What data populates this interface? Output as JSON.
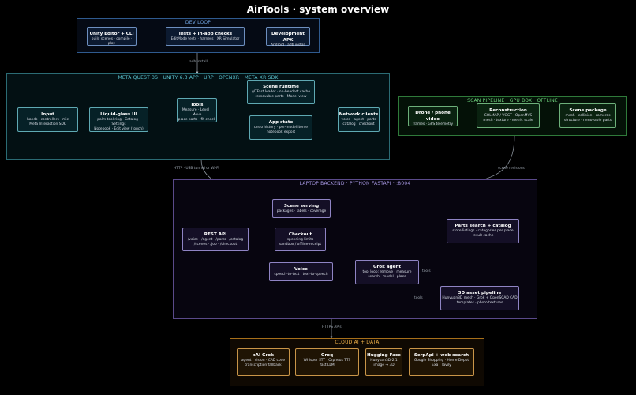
{
  "title": "AirTools · system overview",
  "groups": {
    "dev": "DEV LOOP",
    "quest": "META QUEST 3S · UNITY 6.3 APP · URP · OPENXR · META XR SDK",
    "scan": "SCAN PIPELINE · GPU BOX · OFFLINE",
    "backend": "LAPTOP BACKEND · PYTHON FASTAPI · :8004",
    "cloud": "CLOUD AI + DATA"
  },
  "nodes": {
    "unity_editor": {
      "title": "Unity Editor + CLI",
      "lines": [
        "build scenes · compile · play"
      ]
    },
    "tests": {
      "title": "Tests + in-app checks",
      "lines": [
        "EditMode tests · harness · XR Simulator"
      ]
    },
    "apk": {
      "title": "Development APK",
      "lines": [
        "Android · adb install"
      ]
    },
    "input": {
      "title": "Input",
      "lines": [
        "hands · controllers · mic",
        "Meta Interaction SDK"
      ]
    },
    "glass_ui": {
      "title": "Liquid-glass UI",
      "lines": [
        "palm tool ring · Catalog · Settings",
        "Notebook · Edit view (touch)"
      ]
    },
    "tools": {
      "title": "Tools",
      "lines": [
        "Measure · Level · Move",
        "place parts · fit check"
      ]
    },
    "scene_runtime": {
      "title": "Scene runtime",
      "lines": [
        "glTFast loader · on-headset cache",
        "removable parts · Model view"
      ]
    },
    "app_state": {
      "title": "App state",
      "lines": [
        "undo history · per-model iteme",
        "notebook export"
      ]
    },
    "network": {
      "title": "Network clients",
      "lines": [
        "voice · agent · parts",
        "catalog · checkout"
      ]
    },
    "drone": {
      "title": "Drone / phone video",
      "lines": [
        "frames · GPS telemetry"
      ]
    },
    "recon": {
      "title": "Reconstruction",
      "lines": [
        "COLMAP / VGGT · OpenMVS",
        "mesh · texture · metric scale"
      ]
    },
    "scene_pkg": {
      "title": "Scene package",
      "lines": [
        "mesh · collision · cameras",
        "structure · removable parts"
      ]
    },
    "scene_serving": {
      "title": "Scene serving",
      "lines": [
        "packages · labels · coverage"
      ]
    },
    "rest": {
      "title": "REST API",
      "lines": [
        "/voice · /agent · /parts · /catalog",
        "/scenes · /job · /checkout"
      ]
    },
    "checkout": {
      "title": "Checkout",
      "lines": [
        "spending limits",
        "sandbox / offline-receipt"
      ]
    },
    "parts": {
      "title": "Parts search + catalog",
      "lines": [
        "store listings · categories per place",
        "result cache"
      ]
    },
    "voice": {
      "title": "Voice",
      "lines": [
        "speech-to-text · text-to-speech"
      ]
    },
    "grok_agent": {
      "title": "Grok agent",
      "lines": [
        "tool loop: remove · measure",
        "search · model · place"
      ]
    },
    "asset": {
      "title": "3D asset pipeline",
      "lines": [
        "Hunyuan3D mesh · Grok + OpenSCAD CAD",
        "templates · photo textures"
      ]
    },
    "xai": {
      "title": "xAI Grok",
      "lines": [
        "agent · vision · CAD code",
        "transcription fallback"
      ]
    },
    "groq": {
      "title": "Groq",
      "lines": [
        "Whisper STT · Orpheus TTS",
        "fast LLM"
      ]
    },
    "hf": {
      "title": "Hugging Face",
      "lines": [
        "Hunyuan3D-2.1",
        "image → 3D"
      ]
    },
    "serp": {
      "title": "SerpApi + web search",
      "lines": [
        "Google Shopping · Home Depot",
        "Exa · Tavily"
      ]
    }
  },
  "edge_labels": {
    "adb": "adb install",
    "http": "HTTP · USB tunnel or Wi-Fi",
    "scene_revisions": "scene revisions",
    "https": "HTTPS APIs",
    "tools1": "tools",
    "tools2": "tools"
  },
  "colors": {
    "edge": "#9aa3ad",
    "dev": "#6fa3e0",
    "quest": "#5cc4d0",
    "scan": "#6fd27d",
    "backend": "#a596e0",
    "cloud": "#f0b24a"
  }
}
